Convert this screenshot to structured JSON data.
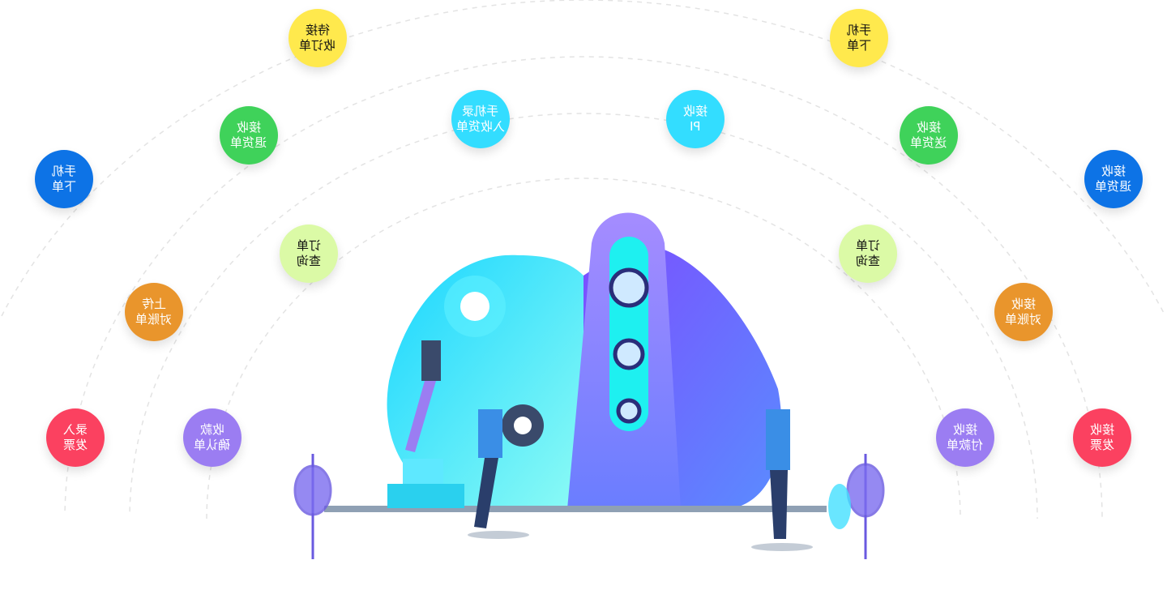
{
  "bubbles": [
    {
      "l1": "待接",
      "l2": "收订单",
      "color": "#ffe94d",
      "dark": true
    },
    {
      "l1": "手机",
      "l2": "下单",
      "color": "#ffe94d",
      "dark": true
    },
    {
      "l1": "接收",
      "l2": "退货单",
      "color": "#3fd25a",
      "dark": false
    },
    {
      "l1": "手机录",
      "l2": "入收货单",
      "color": "#33ddff",
      "dark": false
    },
    {
      "l1": "接收",
      "l2": "PI",
      "color": "#33ddff",
      "dark": false
    },
    {
      "l1": "接收",
      "l2": "送货单",
      "color": "#3fd25a",
      "dark": false
    },
    {
      "l1": "手机",
      "l2": "下单",
      "color": "#0d73e6",
      "dark": false
    },
    {
      "l1": "接收",
      "l2": "退货单",
      "color": "#0d73e6",
      "dark": false
    },
    {
      "l1": "订单",
      "l2": "查询",
      "color": "#dbfaa6",
      "dark": true
    },
    {
      "l1": "订单",
      "l2": "查询",
      "color": "#dbfaa6",
      "dark": true
    },
    {
      "l1": "上传",
      "l2": "对账单",
      "color": "#e9952c",
      "dark": false
    },
    {
      "l1": "接收",
      "l2": "对账单",
      "color": "#e9952c",
      "dark": false
    },
    {
      "l1": "录入",
      "l2": "发票",
      "color": "#fb4160",
      "dark": false
    },
    {
      "l1": "收款",
      "l2": "确认单",
      "color": "#9b7df2",
      "dark": false
    },
    {
      "l1": "接收",
      "l2": "付款单",
      "color": "#9b7df2",
      "dark": false
    },
    {
      "l1": "接收",
      "l2": "发票",
      "color": "#fb4160",
      "dark": false
    }
  ]
}
